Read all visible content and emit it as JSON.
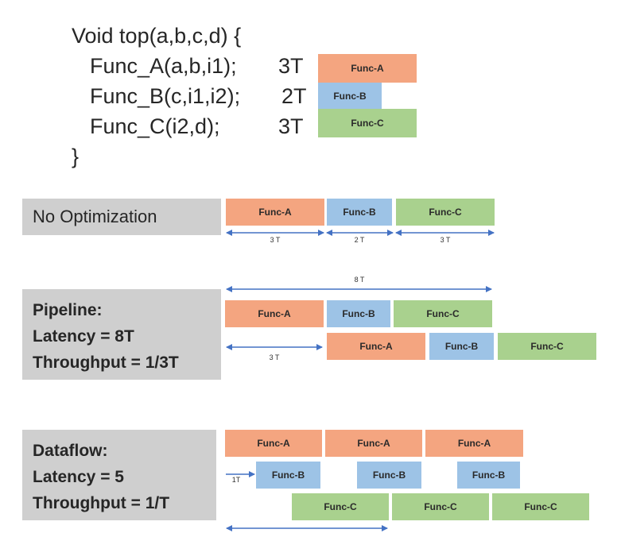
{
  "code": {
    "line1": "Void top(a,b,c,d) {",
    "line2": "Func_A(a,b,i1);",
    "line3": "Func_B(c,i1,i2);",
    "line4": "Func_C(i2,d);",
    "line5": "}",
    "cost_a": "3T",
    "cost_b": "2T",
    "cost_c": "3T"
  },
  "blocks": {
    "a": "Func-A",
    "b": "Func-B",
    "c": "Func-C"
  },
  "no_opt": {
    "label": "No Optimization",
    "dim_a": "3 T",
    "dim_b": "2 T",
    "dim_c": "3 T"
  },
  "pipeline": {
    "title": "Pipeline:",
    "latency": "Latency = 8T",
    "throughput": "Throughput = 1/3T",
    "dim_total": "8 T",
    "dim_interval": "3 T"
  },
  "dataflow": {
    "title": "Dataflow:",
    "latency": "Latency = 5",
    "throughput": "Throughput = 1/T",
    "dim_offset": "1T"
  },
  "colors": {
    "func_a": "#f4a580",
    "func_b": "#9dc3e6",
    "func_c": "#a9d18e",
    "label_bg": "#cfcfcf",
    "arrow": "#4472c4"
  }
}
